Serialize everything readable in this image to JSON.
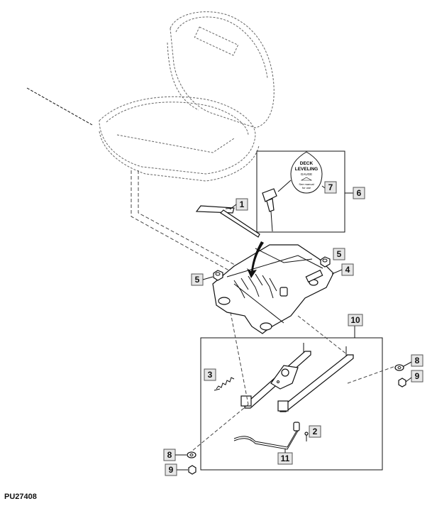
{
  "figure_id": "PU27408",
  "decal": {
    "line1": "DECK",
    "line2": "LEVELING",
    "line3": "GAUGE",
    "line4": "See manual",
    "line5": "for use"
  },
  "callouts": {
    "c1": "1",
    "c2": "2",
    "c3": "3",
    "c4": "4",
    "c5a": "5",
    "c5b": "5",
    "c6": "6",
    "c7": "7",
    "c8a": "8",
    "c8b": "8",
    "c9a": "9",
    "c9b": "9",
    "c10": "10",
    "c11": "11"
  }
}
